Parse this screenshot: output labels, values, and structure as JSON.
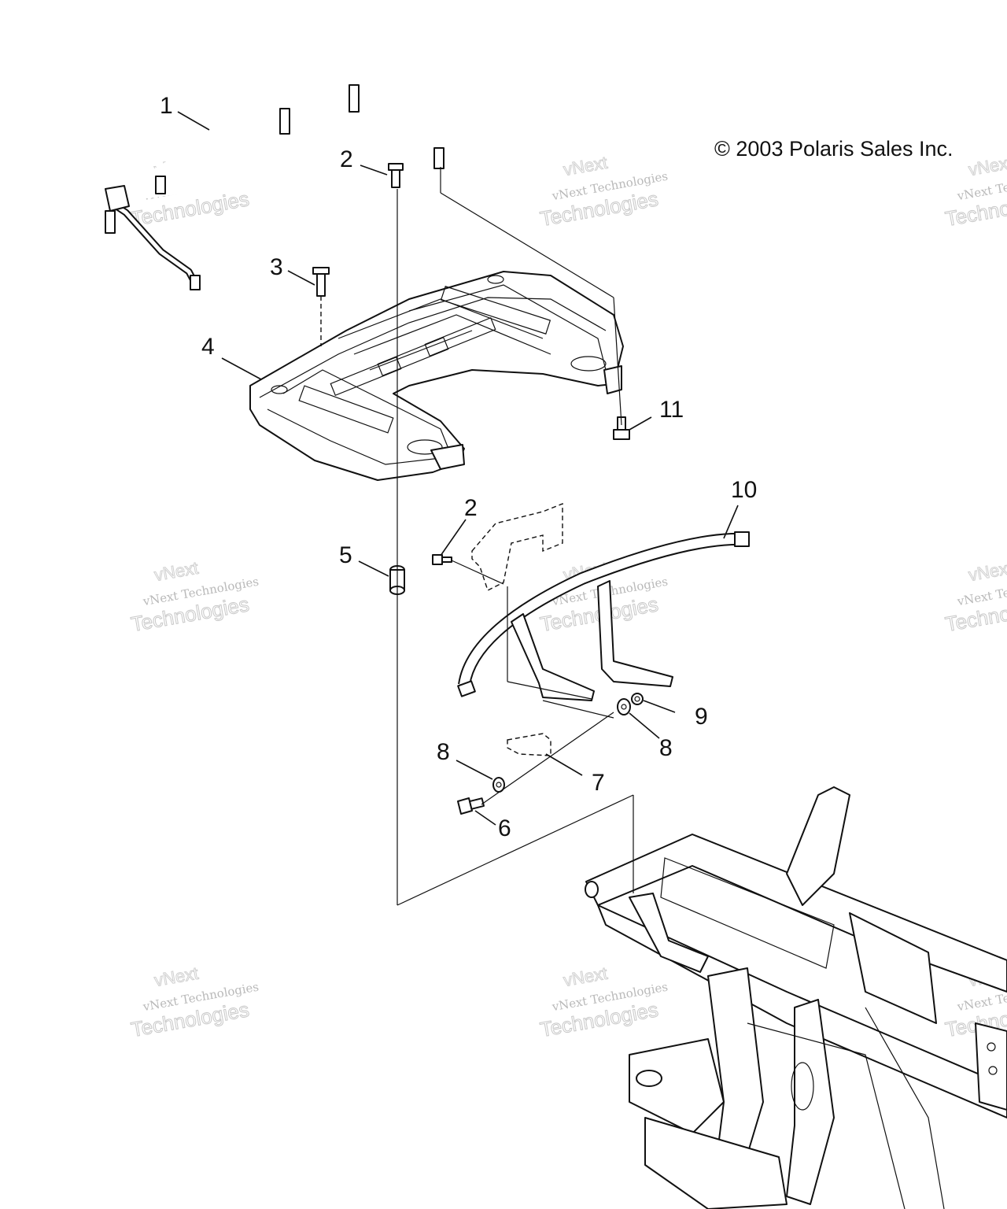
{
  "copyright": "© 2003 Polaris Sales Inc.",
  "watermark": {
    "line1": "vNext",
    "line2": "vNext Technologies",
    "line3": "Technologies"
  },
  "callouts": {
    "c1": "1",
    "c2a": "2",
    "c2b": "2",
    "c3": "3",
    "c4": "4",
    "c5": "5",
    "c6": "6",
    "c7": "7",
    "c8a": "8",
    "c8b": "8",
    "c9": "9",
    "c10": "10",
    "c11": "11"
  },
  "colors": {
    "line": "#111111",
    "watermark": "#c8c8c8",
    "background": "#ffffff"
  }
}
